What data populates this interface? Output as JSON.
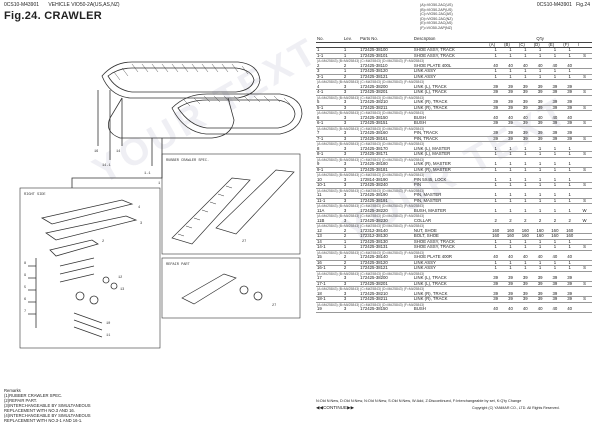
{
  "header": {
    "catalog_code": "0CS10-M43901",
    "model": "VEHICLE VIO50-2A(US,AS,NZ)",
    "figure_title": "Fig.24.  CRAWLER",
    "right_code": "0CS10-M43901",
    "fig_no": "Fig.24"
  },
  "applicability": [
    "(A)=VIO50-2AC(US)",
    "(B)=VIO50-2AP(US)",
    "(C)=VIO50-2AC(AS)",
    "(D)=VIO50-2AC(NZ)",
    "(E)=VIO50-2AC(AS)",
    "(F)=VIO50-2AP(NZ)"
  ],
  "watermark": "YOUR TEXT",
  "table": {
    "headers": {
      "no": "No.",
      "lev": "Lev.",
      "part_no": "Parts No.",
      "desc": "Description",
      "qty": "Q'ty",
      "cols": [
        "(A)",
        "(B)",
        "(C)",
        "(D)",
        "(E)",
        "(F)",
        "I"
      ]
    },
    "rows": [
      {
        "no": "1",
        "lev": "1",
        "pn": "172425-38100",
        "desc": "SHOE ASSY, TRACK",
        "q": [
          "1",
          "1",
          "1",
          "1",
          "1",
          "1",
          ""
        ]
      },
      {
        "no": "1-1",
        "lev": "1",
        "pn": "172425-38101",
        "desc": "SHOE ASSY, TRACK",
        "q": [
          "1",
          "1",
          "1",
          "1",
          "1",
          "1",
          "S"
        ]
      },
      {
        "note": "(A=M#25843)        (B=M#25843)        (C=M#25843)        (D=M#25843)        (F=M#25843)"
      },
      {
        "no": "2",
        "lev": "2",
        "pn": "172425-38110",
        "desc": "SHOE PLATE 400L",
        "q": [
          "40",
          "40",
          "40",
          "40",
          "40",
          "40",
          ""
        ]
      },
      {
        "no": "3",
        "lev": "1",
        "pn": "172425-38120",
        "desc": "LINK ASSY",
        "q": [
          "1",
          "1",
          "1",
          "1",
          "1",
          "1",
          ""
        ]
      },
      {
        "no": "3-1",
        "lev": "2",
        "pn": "172425-38121",
        "desc": "LINK ASSY",
        "q": [
          "1",
          "1",
          "1",
          "1",
          "1",
          "1",
          "S"
        ]
      },
      {
        "note": "(A=M#25843)        (B=M#25843)        (C=M#25843)        (D=M#25843)        (F=M#25843)"
      },
      {
        "no": "4",
        "lev": "3",
        "pn": "172425-38200",
        "desc": "LINK (L), TRACK",
        "q": [
          "39",
          "39",
          "39",
          "39",
          "39",
          "39",
          ""
        ]
      },
      {
        "no": "4-1",
        "lev": "3",
        "pn": "172425-38201",
        "desc": "LINK (L), TRACK",
        "q": [
          "39",
          "39",
          "39",
          "39",
          "39",
          "39",
          "S"
        ]
      },
      {
        "note": "(A=M#25843)        (B=M#25843)        (C=M#25843)        (D=M#25843)        (F=M#25843)"
      },
      {
        "no": "5",
        "lev": "3",
        "pn": "172425-38210",
        "desc": "LINK (R), TRACK",
        "q": [
          "39",
          "39",
          "39",
          "39",
          "39",
          "39",
          ""
        ]
      },
      {
        "no": "5-1",
        "lev": "3",
        "pn": "172425-38211",
        "desc": "LINK (R), TRACK",
        "q": [
          "39",
          "39",
          "39",
          "39",
          "39",
          "39",
          "S"
        ]
      },
      {
        "note": "(A=M#25843)        (B=M#25843)        (C=M#25843)        (D=M#25843)        (F=M#25843)"
      },
      {
        "no": "6",
        "lev": "3",
        "pn": "172425-38150",
        "desc": "BUSH",
        "q": [
          "40",
          "40",
          "40",
          "40",
          "40",
          "40",
          ""
        ]
      },
      {
        "no": "6-1",
        "lev": "3",
        "pn": "172425-38151",
        "desc": "BUSH",
        "q": [
          "39",
          "39",
          "39",
          "39",
          "39",
          "39",
          "S"
        ]
      },
      {
        "note": "(A=M#25843)        (B=M#25843)        (C=M#25843)        (D=M#25843)        (F=M#25843)"
      },
      {
        "no": "7",
        "lev": "3",
        "pn": "172425-38160",
        "desc": "PIN, TRACK",
        "q": [
          "39",
          "39",
          "39",
          "39",
          "39",
          "39",
          ""
        ]
      },
      {
        "no": "7-1",
        "lev": "3",
        "pn": "172425-38161",
        "desc": "PIN, TRACK",
        "q": [
          "39",
          "39",
          "39",
          "39",
          "39",
          "39",
          "S"
        ]
      },
      {
        "note": "(A=M#25843)        (B=M#25843)        (C=M#25843)        (D=M#25843)        (F=M#25843)"
      },
      {
        "no": "8",
        "lev": "3",
        "pn": "172425-38170",
        "desc": "LINK (L), MASTER",
        "q": [
          "1",
          "1",
          "1",
          "1",
          "1",
          "1",
          ""
        ]
      },
      {
        "no": "8-1",
        "lev": "3",
        "pn": "172425-38171",
        "desc": "LINK (L), MASTER",
        "q": [
          "1",
          "1",
          "1",
          "1",
          "1",
          "1",
          "S"
        ]
      },
      {
        "note": "(A=M#25843)        (B=M#25843)        (C=M#25843)        (D=M#25843)        (F=M#25843)"
      },
      {
        "no": "9",
        "lev": "3",
        "pn": "172425-38180",
        "desc": "LINK (R), MASTER",
        "q": [
          "1",
          "1",
          "1",
          "1",
          "1",
          "1",
          ""
        ]
      },
      {
        "no": "9-1",
        "lev": "3",
        "pn": "172425-38181",
        "desc": "LINK (R), MASTER",
        "q": [
          "1",
          "1",
          "1",
          "1",
          "1",
          "1",
          "S"
        ]
      },
      {
        "note": "(A=M#25843)        (B=M#25843)        (C=M#25843)        (D=M#25843)        (F=M#25843)"
      },
      {
        "no": "10",
        "lev": "3",
        "pn": "172814-38190",
        "desc": "PIN 5X45, LOCK",
        "q": [
          "1",
          "1",
          "1",
          "1",
          "1",
          "1",
          ""
        ]
      },
      {
        "no": "10-1",
        "lev": "3",
        "pn": "172425-38240",
        "desc": "PIN",
        "q": [
          "1",
          "1",
          "1",
          "1",
          "1",
          "1",
          "S"
        ]
      },
      {
        "note": "(A=M#25843)        (B=M#25843)        (C=M#25843)        (D=M#25843)        (F=M#25843)"
      },
      {
        "no": "11",
        "lev": "3",
        "pn": "172425-38190",
        "desc": "PIN, MASTER",
        "q": [
          "1",
          "1",
          "1",
          "1",
          "1",
          "1",
          ""
        ]
      },
      {
        "no": "11-1",
        "lev": "3",
        "pn": "172425-38191",
        "desc": "PIN, MASTER",
        "q": [
          "1",
          "1",
          "1",
          "1",
          "1",
          "1",
          "S"
        ]
      },
      {
        "note": "(A=M#25843)        (B=M#25843)        (C=M#25843)        (D=M#25843)        (F=M#25843)"
      },
      {
        "no": "11A",
        "lev": "3",
        "pn": "172425-38220",
        "desc": "BUSH, MASTER",
        "q": [
          "1",
          "1",
          "1",
          "1",
          "1",
          "1",
          "W"
        ]
      },
      {
        "note": "(A=M#25843)        (B=M#25843)        (C=M#25843)        (D=M#25843)        (F=M#25843)"
      },
      {
        "no": "11B",
        "lev": "3",
        "pn": "172425-38230",
        "desc": "COLLAR",
        "q": [
          "2",
          "2",
          "2",
          "2",
          "2",
          "2",
          "W"
        ]
      },
      {
        "note": "(A=M#25843)        (B=M#25843)        (C=M#25843)        (D=M#25843)        (F=M#25843)"
      },
      {
        "no": "12",
        "lev": "2",
        "pn": "172312-38140",
        "desc": "NUT, SHOE",
        "q": [
          "160",
          "160",
          "160",
          "160",
          "160",
          "160",
          ""
        ]
      },
      {
        "no": "13",
        "lev": "2",
        "pn": "172312-38130",
        "desc": "BOLT, SHOE",
        "q": [
          "160",
          "160",
          "160",
          "160",
          "160",
          "160",
          ""
        ]
      },
      {
        "no": "14",
        "lev": "1",
        "pn": "172425-38130",
        "desc": "SHOE ASSY, TRACK",
        "q": [
          "1",
          "1",
          "1",
          "1",
          "1",
          "1",
          ""
        ]
      },
      {
        "no": "14-1",
        "lev": "1",
        "pn": "172425-38131",
        "desc": "SHOE ASSY, TRACK",
        "q": [
          "1",
          "1",
          "1",
          "1",
          "1",
          "1",
          "S"
        ]
      },
      {
        "note": "(A=M#25843)        (B=M#25843)        (C=M#25843)        (D=M#25843)        (F=M#25843)"
      },
      {
        "no": "15",
        "lev": "2",
        "pn": "172425-38140",
        "desc": "SHOE PLATE 400R",
        "q": [
          "40",
          "40",
          "40",
          "40",
          "40",
          "40",
          ""
        ]
      },
      {
        "no": "16",
        "lev": "2",
        "pn": "172425-38120",
        "desc": "LINK ASSY",
        "q": [
          "1",
          "1",
          "1",
          "1",
          "1",
          "1",
          ""
        ]
      },
      {
        "no": "16-1",
        "lev": "2",
        "pn": "172425-38121",
        "desc": "LINK ASSY",
        "q": [
          "1",
          "1",
          "1",
          "1",
          "1",
          "1",
          "S"
        ]
      },
      {
        "note": "(A=M#25843)        (B=M#25843)        (C=M#25843)        (D=M#25843)        (F=M#25843)"
      },
      {
        "no": "17",
        "lev": "3",
        "pn": "172425-38200",
        "desc": "LINK (L), TRACK",
        "q": [
          "39",
          "39",
          "39",
          "39",
          "39",
          "39",
          ""
        ]
      },
      {
        "no": "17-1",
        "lev": "3",
        "pn": "172425-38201",
        "desc": "LINK (L), TRACK",
        "q": [
          "39",
          "39",
          "39",
          "39",
          "39",
          "39",
          "S"
        ]
      },
      {
        "note": "(A=M#25843)        (B=M#25843)        (C=M#25843)        (D=M#25843)        (F=M#25843)"
      },
      {
        "no": "18",
        "lev": "3",
        "pn": "172425-38210",
        "desc": "LINK (R), TRACK",
        "q": [
          "39",
          "39",
          "39",
          "39",
          "39",
          "39",
          ""
        ]
      },
      {
        "no": "18-1",
        "lev": "3",
        "pn": "172425-38211",
        "desc": "LINK (R), TRACK",
        "q": [
          "39",
          "39",
          "39",
          "39",
          "39",
          "39",
          "S"
        ]
      },
      {
        "note": "(A=M#25843)        (B=M#25843)        (C=M#25843)        (D=M#25843)        (F=M#25843)"
      },
      {
        "no": "19",
        "lev": "3",
        "pn": "172425-38150",
        "desc": "BUSH",
        "q": [
          "40",
          "40",
          "40",
          "40",
          "40",
          "40",
          ""
        ]
      }
    ]
  },
  "drawing": {
    "labels": [
      "16",
      "14-1",
      "14",
      "1-1",
      "1",
      "RIGHT SIDE",
      "RUBBER CRAWLER SPEC.",
      "REPAIR PART",
      "27",
      "27",
      "8",
      "9",
      "5",
      "6",
      "7",
      "4",
      "3",
      "2",
      "12",
      "13",
      "10",
      "11"
    ]
  },
  "remarks": {
    "title": "Remarks",
    "lines": [
      "(1)RUBBER CRAWLER SPEC.",
      "(2)REPAIR PART.",
      "(3)INTERCHANGEABLE BY SIMULTANEOUS",
      "REPLACEMENT WITH NO.3 AND 16.",
      "(4)INTERCHANGEABLE BY SIMULTANEOUS",
      "REPLACEMENT WITH NO.3-1 AND 16-1."
    ]
  },
  "legend": "N:Old     N:New, D:Old     N:New, N:Old     N:New, S:Old     N:New, W:Add, Z:Discontinued, F:Interchangeable by set, K:Q'ty Change",
  "continue": "CONTINUE",
  "copyright": "Copyright (C) YANMAR CO., LTD. All Rights Reserved."
}
